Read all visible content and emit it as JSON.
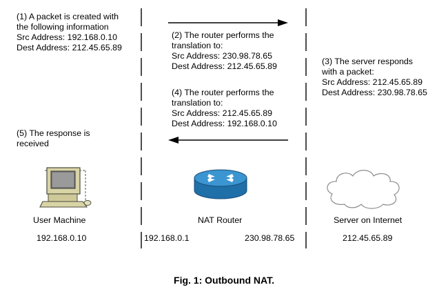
{
  "steps": {
    "step1": [
      "(1) A packet is created with",
      "the following information",
      "Src Address: 192.168.0.10",
      "Dest Address: 212.45.65.89"
    ],
    "step2": [
      "(2) The router performs the",
      "translation to:",
      "Src Address: 230.98.78.65",
      "Dest Address: 212.45.65.89"
    ],
    "step3": [
      "(3) The server responds",
      "with a packet:",
      "Src Address: 212.45.65.89",
      "Dest Address: 230.98.78.65"
    ],
    "step4": [
      "(4) The router performs the",
      "translation to:",
      "Src Address: 212.45.65.89",
      "Dest Address: 192.168.0.10"
    ],
    "step5": [
      "(5) The response is",
      "received"
    ]
  },
  "nodes": {
    "user": {
      "label": "User Machine",
      "ip": "192.168.0.10",
      "icon": "computer-icon"
    },
    "router": {
      "label": "NAT Router",
      "ip_inside": "192.168.0.1",
      "ip_outside": "230.98.78.65",
      "icon": "router-icon"
    },
    "server": {
      "label": "Server on Internet",
      "ip": "212.45.65.89",
      "icon": "cloud-icon"
    }
  },
  "caption": "Fig. 1: Outbound NAT.",
  "colors": {
    "router_blue": "#2E86C1",
    "computer_tan": "#D9D4A6",
    "cloud_outline": "#8c8c8c"
  }
}
